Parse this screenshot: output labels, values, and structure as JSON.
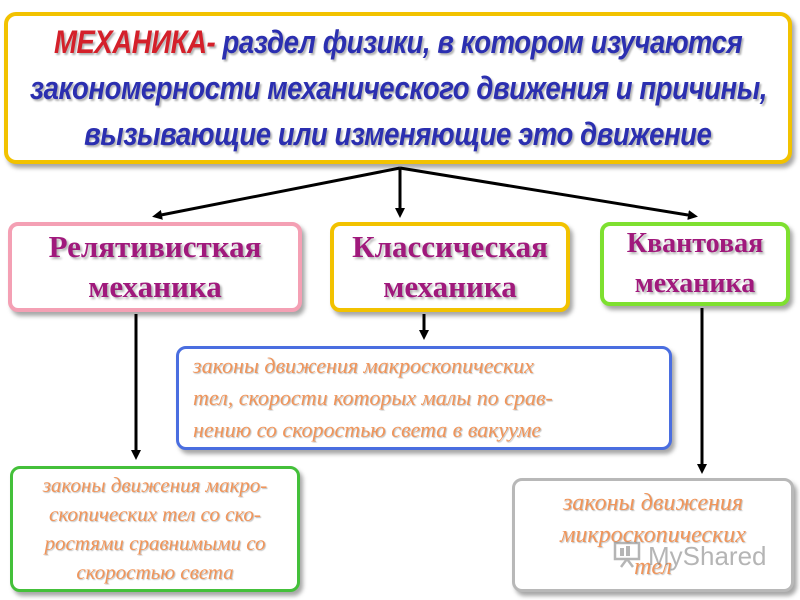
{
  "definition": {
    "term": "МЕХАНИКА-",
    "line1_rest": " раздел физики, в котором изучаются",
    "line2": "закономерности механического движения и причины,",
    "line3": "вызывающие или изменяющие это движение"
  },
  "categories": {
    "relativistic": {
      "line1": "Релятивисткая",
      "line2": "механика"
    },
    "classical": {
      "line1": "Классическая",
      "line2": "механика"
    },
    "quantum": {
      "line1": "Квантовая",
      "line2": "механика"
    }
  },
  "descriptions": {
    "classical": {
      "line1": "законы  движения макроскопических",
      "line2": "тел, скорости которых малы по срав-",
      "line3": "нению со скоростью света в вакууме"
    },
    "relativistic": {
      "line1": "законы движения макро-",
      "line2": "скопических тел со ско-",
      "line3": "ростями сравнимыми со",
      "line4": "скоростью света"
    },
    "quantum": {
      "line1": "законы движения",
      "line2": "микроскопических",
      "line3": "тел"
    }
  },
  "watermark": {
    "text": "MyShared",
    "icon": "presentation-screen-icon"
  },
  "colors": {
    "definition_text": "#2b2fb0",
    "term": "#d4202a",
    "category_text": "#a0197c",
    "description_text": "#f0955a",
    "border_top": "#f2c200",
    "border_relativistic": "#f4a0b4",
    "border_classical": "#f2c200",
    "border_quantum": "#7ee030",
    "border_desc_classical": "#4a6ee0",
    "border_desc_relativistic": "#44c03a",
    "border_desc_quantum": "#b8b8b8"
  }
}
